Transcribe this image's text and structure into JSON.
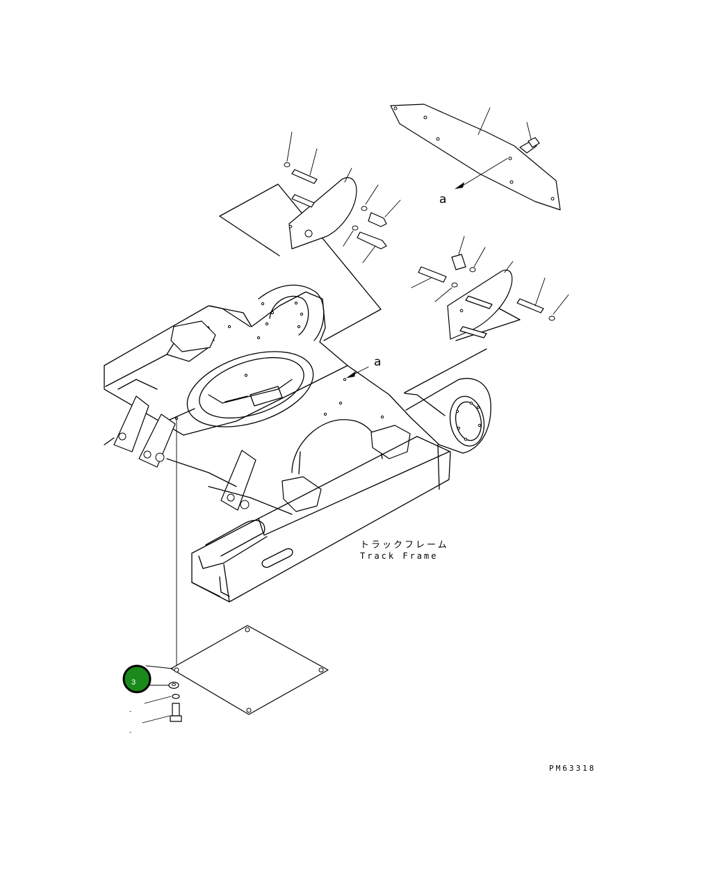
{
  "diagram": {
    "label_jp": "トラックフレーム",
    "label_en": "Track Frame",
    "view_marker_top": "a",
    "view_marker_frame": "a",
    "drawing_code": "PM63318",
    "callout": {
      "number": "3",
      "color": "#1a8a1a",
      "ring_color": "#000000"
    },
    "dash_marks": [
      "-",
      "-"
    ]
  }
}
